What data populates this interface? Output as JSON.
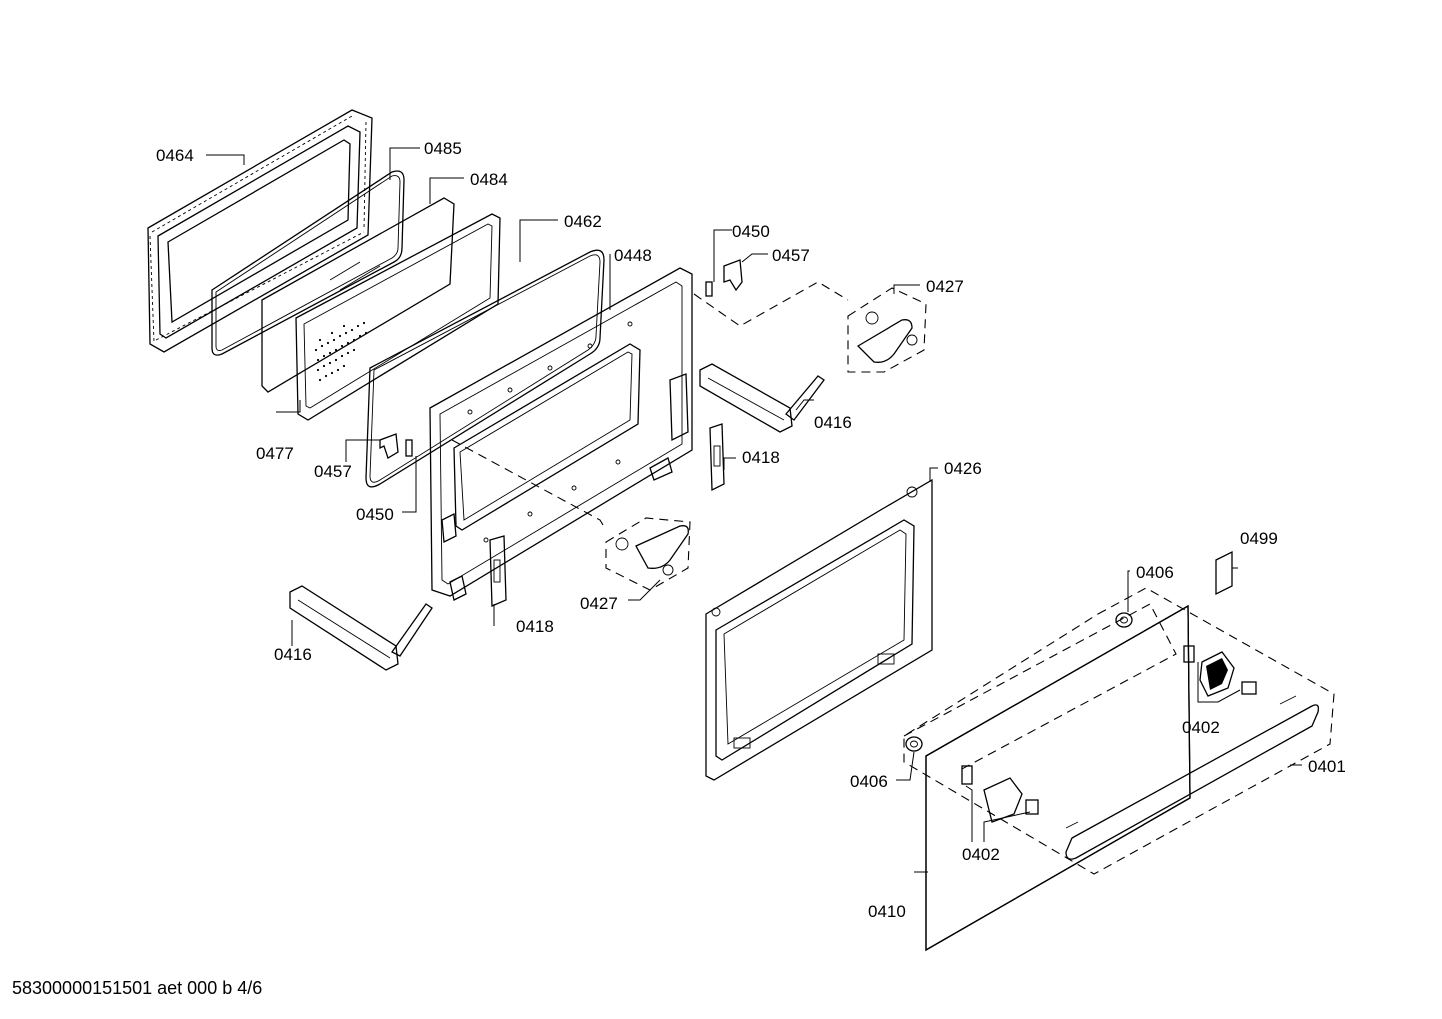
{
  "document_id": "58300000151501 aet 000 b 4/6",
  "labels": {
    "l0464": "0464",
    "l0485": "0485",
    "l0484": "0484",
    "l0462": "0462",
    "l0448": "0448",
    "l0450a": "0450",
    "l0457a": "0457",
    "l0427a": "0427",
    "l0416a": "0416",
    "l0418a": "0418",
    "l0426": "0426",
    "l0477": "0477",
    "l0457b": "0457",
    "l0450b": "0450",
    "l0427b": "0427",
    "l0418b": "0418",
    "l0416b": "0416",
    "l0499": "0499",
    "l0406a": "0406",
    "l0402a": "0402",
    "l0401": "0401",
    "l0406b": "0406",
    "l0402b": "0402",
    "l0410": "0410"
  }
}
